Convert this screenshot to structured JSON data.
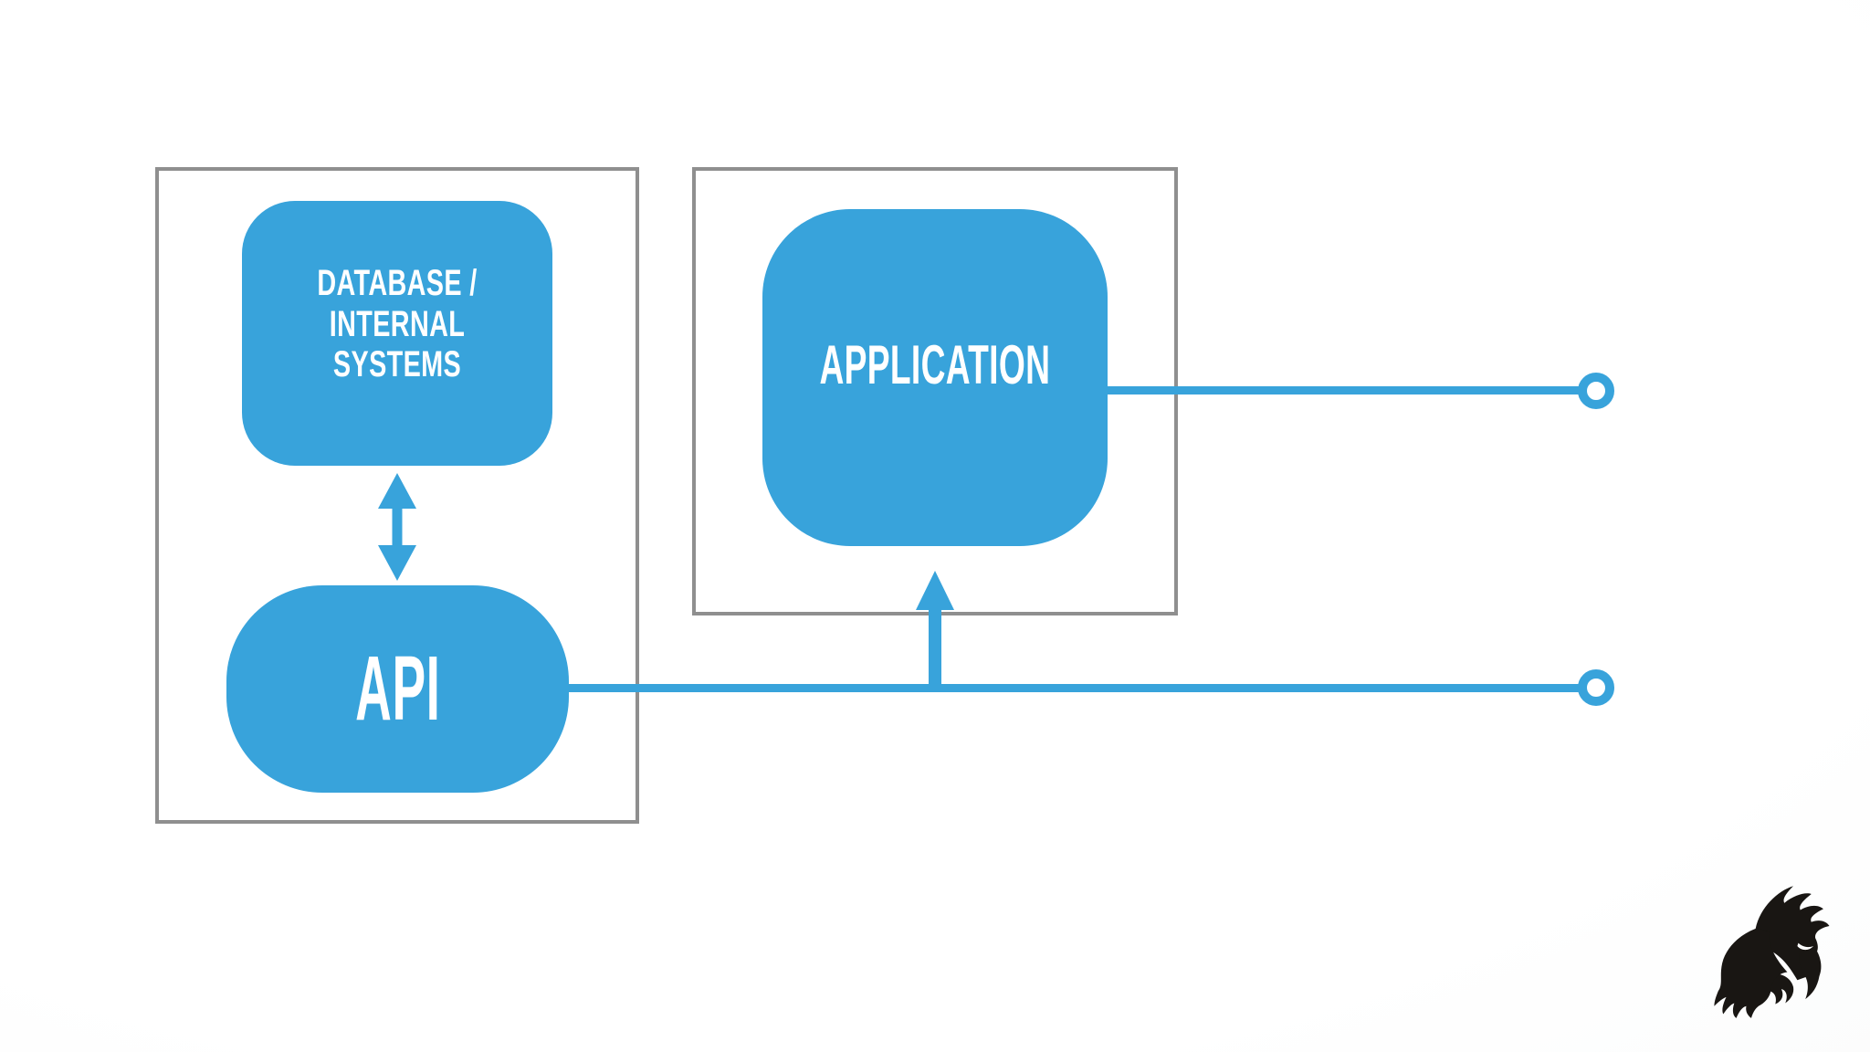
{
  "diagram": {
    "nodes": [
      {
        "id": "database",
        "label": "DATABASE / INTERNAL SYSTEMS"
      },
      {
        "id": "api",
        "label": "API"
      },
      {
        "id": "application",
        "label": "APPLICATION"
      }
    ],
    "groups": [
      {
        "id": "backend-group",
        "contains": [
          "database",
          "api"
        ]
      },
      {
        "id": "application-group",
        "contains": [
          "application"
        ]
      }
    ],
    "connectors": [
      {
        "id": "database-api",
        "type": "double-headed-vertical-arrow",
        "from": "database",
        "to": "api"
      },
      {
        "id": "api-endpoint-line",
        "type": "horizontal-line-with-ring-endpoint",
        "from": "api"
      },
      {
        "id": "application-endpoint-line",
        "type": "horizontal-line-with-ring-endpoint",
        "from": "application"
      },
      {
        "id": "api-to-application",
        "type": "up-arrow",
        "from": "api-endpoint-line",
        "to": "application"
      }
    ],
    "colors": {
      "accent_blue": "#38a3db",
      "frame_gray": "#8f8f8f",
      "label_white": "#ffffff",
      "logo_black": "#191613"
    },
    "logo": {
      "name": "claw-logo"
    }
  }
}
